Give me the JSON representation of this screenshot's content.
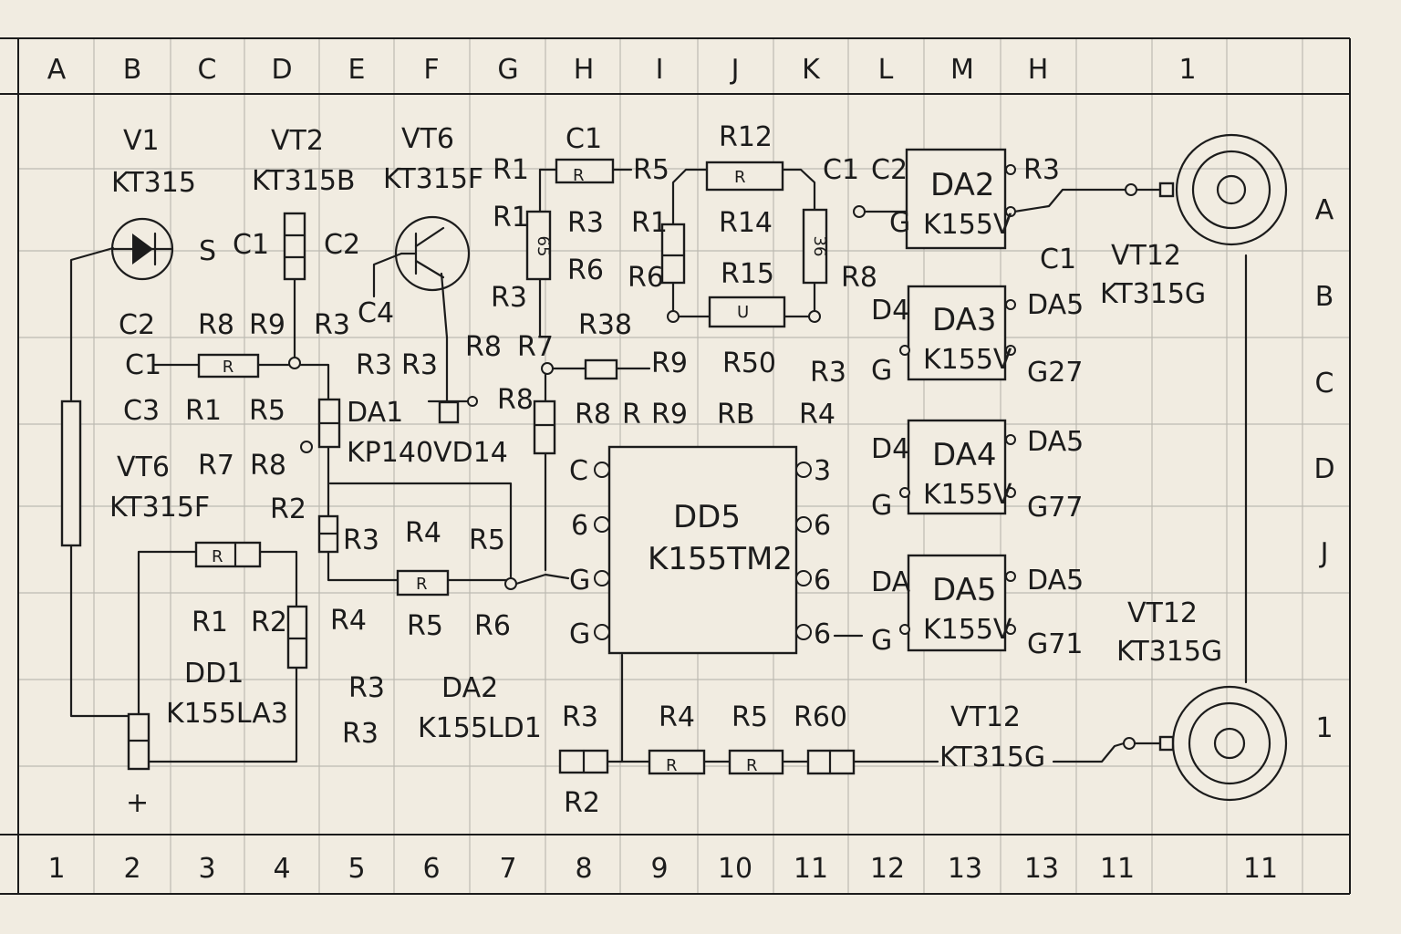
{
  "header": {
    "columns": [
      "A",
      "B",
      "C",
      "D",
      "E",
      "F",
      "G",
      "H",
      "I",
      "J",
      "K",
      "L",
      "M",
      "H",
      "1"
    ]
  },
  "footer": {
    "columns": [
      "1",
      "2",
      "3",
      "4",
      "5",
      "6",
      "7",
      "8",
      "9",
      "10",
      "11",
      "12",
      "13",
      "13",
      "11",
      "11"
    ]
  },
  "side": {
    "rows": [
      "A",
      "B",
      "C",
      "D",
      "J",
      "1"
    ]
  },
  "labels": {
    "v1": "V1",
    "v1_type": "KT315",
    "s": "S",
    "vt2": "VT2",
    "vt2_type": "KT315B",
    "c1_a": "C1",
    "vt6": "VT6",
    "vt6_type": "KT315F",
    "c2_a": "C2",
    "c4": "C4",
    "r1_a": "R1",
    "c1_b": "C1",
    "r5_a": "R5",
    "r1_b": "R1",
    "r3_a": "R3",
    "r6_a": "R6",
    "r3_b": "R3",
    "r12": "R12",
    "c1_c": "C1",
    "r1_c": "R1",
    "r14": "R14",
    "r6_b": "R6",
    "r15": "R15",
    "r8_a": "R8",
    "c2_b": "C2",
    "da2": "DA2",
    "da2_type": "K155V",
    "r3_c": "R3",
    "g_a": "G",
    "c1_d": "C1",
    "vt12_a": "VT12",
    "vt12_a_type": "KT315G",
    "c2_c": "C2",
    "r8_b": "R8",
    "r9_a": "R9",
    "r3_d": "R3",
    "c1_e": "C1",
    "r8_c": "R8",
    "r7_a": "R7",
    "r38": "R38",
    "r3_e": "R3",
    "r3_f": "R3",
    "r9_b": "R9",
    "r50": "R50",
    "r3_g": "R3",
    "c3": "C3",
    "r1_d": "R1",
    "r5_b": "R5",
    "da1": "DA1",
    "da1_type": "KP140VD14",
    "r8_d": "R8",
    "r8_e": "R8",
    "r_x": "R",
    "r9_c": "R9",
    "rb": "RB",
    "r4_a": "R4",
    "vt6_b": "VT6",
    "vt6_b_type": "KT315F",
    "r7_b": "R7",
    "r8_f": "R8",
    "r2_a": "R2",
    "d4_a": "D4",
    "da3": "DA3",
    "da3_type": "K155V",
    "da5_a": "DA5",
    "g_b": "G",
    "g27": "G27",
    "d4_b": "D4",
    "da4": "DA4",
    "da4_type": "K155V",
    "da5_b": "DA5",
    "g_c": "G",
    "g77": "G77",
    "da_c": "DA",
    "da5": "DA5",
    "da5_type": "K155V",
    "da5_c": "DA5",
    "g_d": "G",
    "g71": "G71",
    "dd5": "DD5",
    "dd5_type": "K155TM2",
    "pin_c": "C",
    "pin_6a": "6",
    "pin_g1": "G",
    "pin_g2": "G",
    "pin_3": "3",
    "pin_6b": "6",
    "pin_6c": "6",
    "pin_6d": "6",
    "r3_h": "R3",
    "r4_b": "R4",
    "r5_c": "R5",
    "r1_e": "R1",
    "r2_b": "R2",
    "r4_c": "R4",
    "r5_d": "R5",
    "r6_c": "R6",
    "dd1": "DD1",
    "dd1_type": "K155LA3",
    "r3_i": "R3",
    "r3_j": "R3",
    "da2_b": "DA2",
    "da2_b_type": "K155LD1",
    "r3_k": "R3",
    "r4_d": "R4",
    "r5_e": "R5",
    "r60": "R60",
    "r2_c": "R2",
    "vt12_b": "VT12",
    "vt12_b_type": "KT315G",
    "vt12_c": "VT12",
    "vt12_c_type": "KT315G",
    "plus": "+"
  },
  "resistor_marks": {
    "r": "R",
    "u": "U",
    "r65": "65",
    "r36": "36"
  }
}
